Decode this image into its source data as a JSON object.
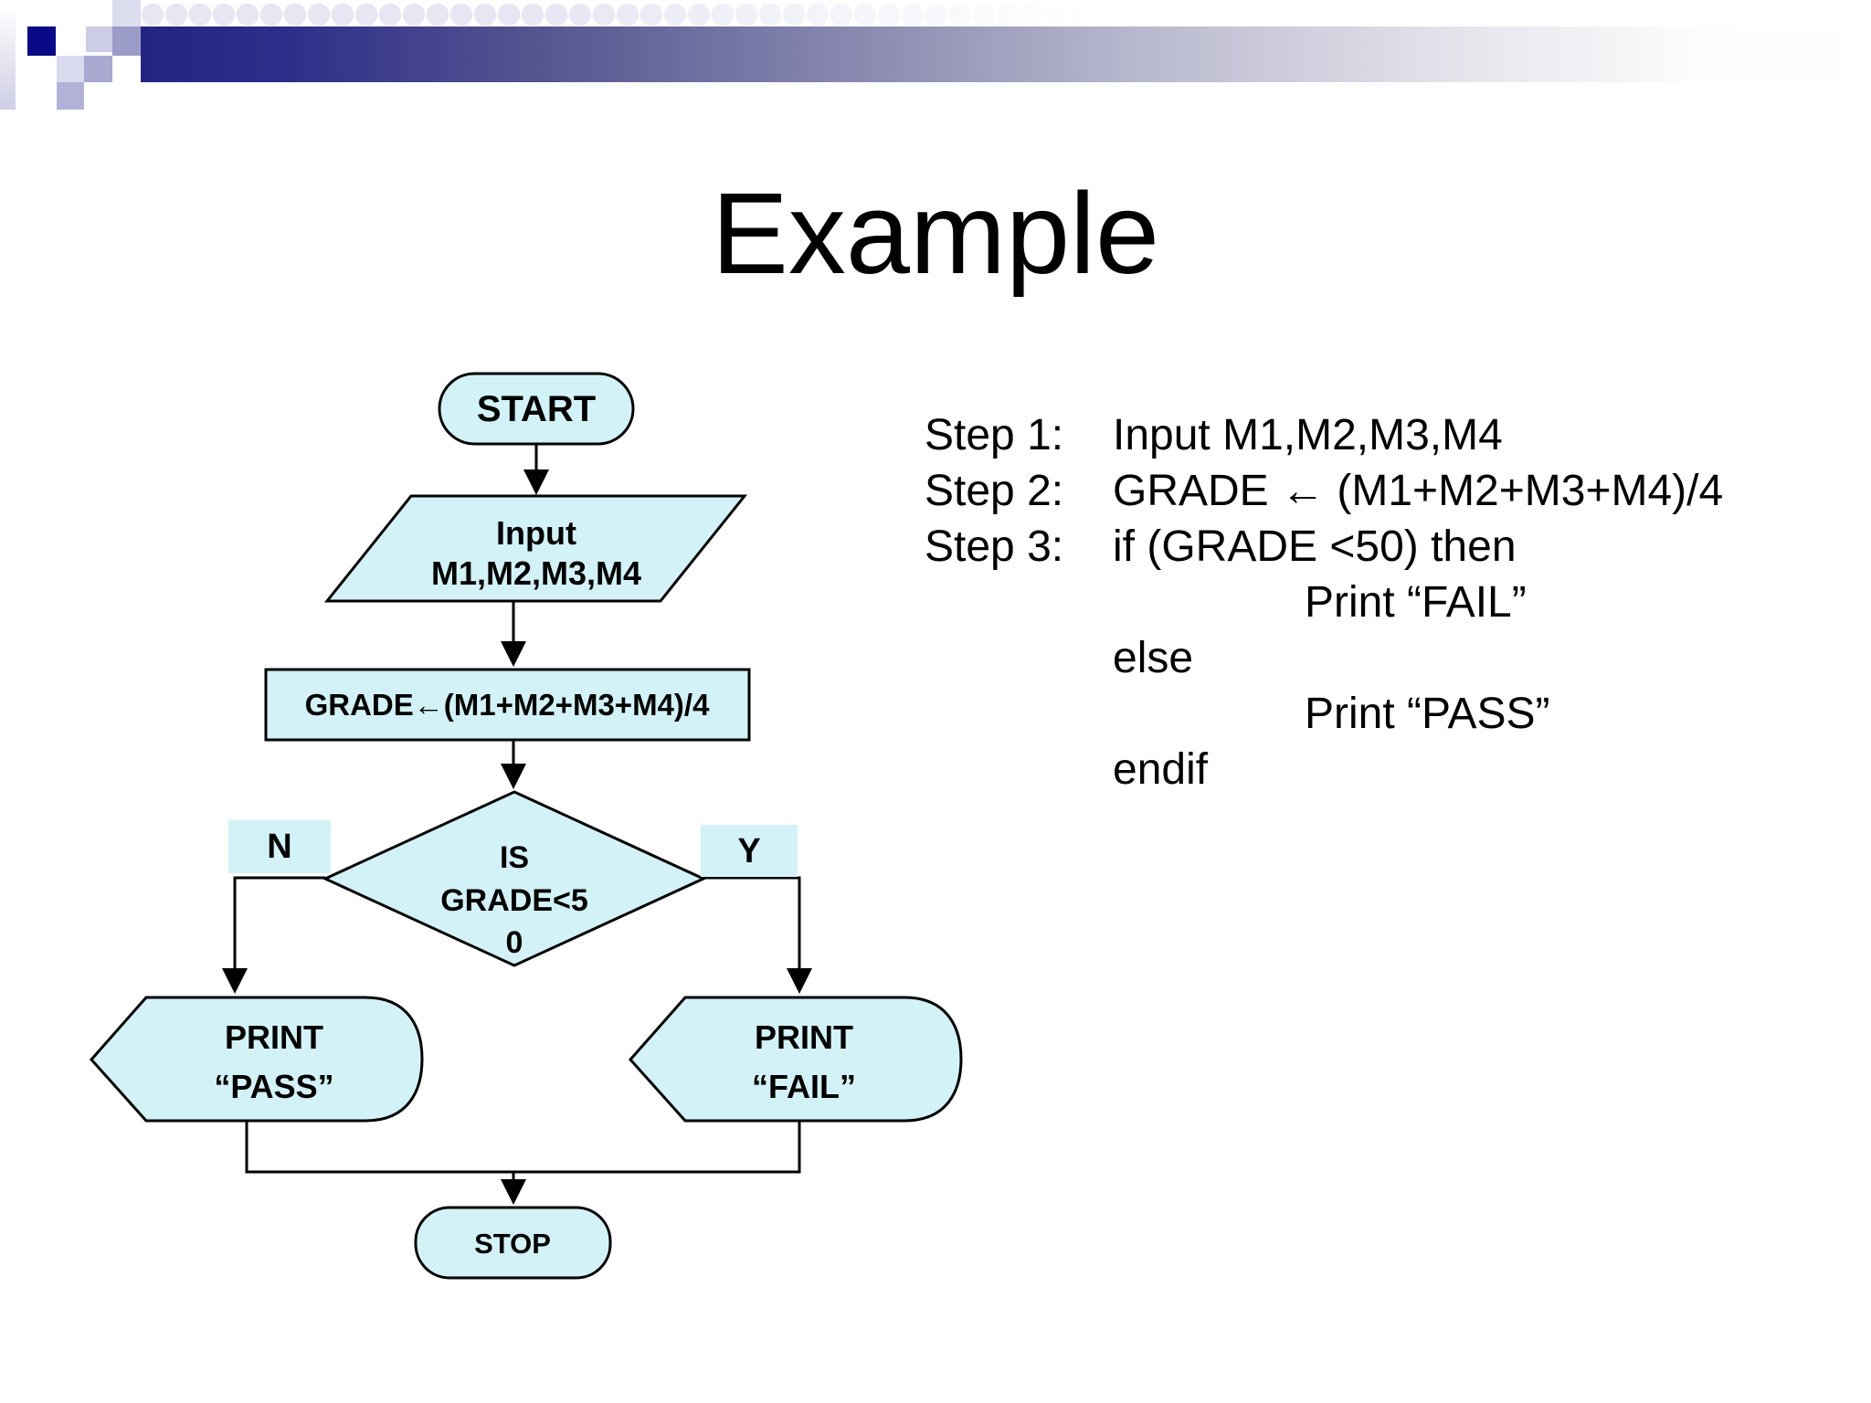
{
  "title": "Example",
  "flowchart": {
    "start_label": "START",
    "input_line1": "Input",
    "input_line2": "M1,M2,M3,M4",
    "process_label": "GRADE←(M1+M2+M3+M4)/4",
    "decision_line1": "IS",
    "decision_line2": "GRADE<5",
    "decision_line3": "0",
    "no_label": "N",
    "yes_label": "Y",
    "pass_line1": "PRINT",
    "pass_line2": "“PASS”",
    "fail_line1": "PRINT",
    "fail_line2": "“FAIL”",
    "stop_label": "STOP"
  },
  "pseudocode": {
    "rows": [
      {
        "label": "Step 1:",
        "text": "Input M1,M2,M3,M4"
      },
      {
        "label": "Step 2:",
        "text": "GRADE ← (M1+M2+M3+M4)/4"
      },
      {
        "label": "Step 3:",
        "text": "if (GRADE <50) then"
      },
      {
        "label": "",
        "text": "Print “FAIL”"
      },
      {
        "label": "",
        "text": "else"
      },
      {
        "label": "",
        "text": "Print “PASS”"
      },
      {
        "label": "",
        "text": "endif"
      }
    ]
  },
  "colors": {
    "shape_fill": "#d3f2f7",
    "shape_stroke": "#000000",
    "bar_dark_navy": "#232384",
    "accent_square_navy": "#0a0a87",
    "accent_square_lavender": "#9b9bc7",
    "text": "#000000"
  }
}
